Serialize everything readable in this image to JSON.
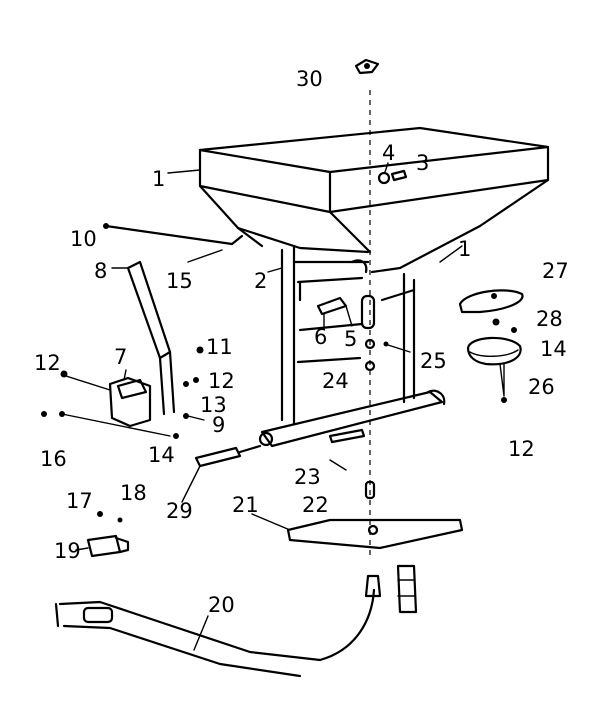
{
  "diagram": {
    "part_labels": [
      {
        "id": "p30",
        "text": "30"
      },
      {
        "id": "p1a",
        "text": "1"
      },
      {
        "id": "p4",
        "text": "4"
      },
      {
        "id": "p3",
        "text": "3"
      },
      {
        "id": "p10",
        "text": "10"
      },
      {
        "id": "p8",
        "text": "8"
      },
      {
        "id": "p15",
        "text": "15"
      },
      {
        "id": "p2",
        "text": "2"
      },
      {
        "id": "p1b",
        "text": "1"
      },
      {
        "id": "p27",
        "text": "27"
      },
      {
        "id": "p11",
        "text": "11"
      },
      {
        "id": "p7",
        "text": "7"
      },
      {
        "id": "p12a",
        "text": "12"
      },
      {
        "id": "p12b",
        "text": "12"
      },
      {
        "id": "p6",
        "text": "6"
      },
      {
        "id": "p5",
        "text": "5"
      },
      {
        "id": "p28",
        "text": "28"
      },
      {
        "id": "p14a",
        "text": "14"
      },
      {
        "id": "p25",
        "text": "25"
      },
      {
        "id": "p24",
        "text": "24"
      },
      {
        "id": "p26",
        "text": "26"
      },
      {
        "id": "p13",
        "text": "13"
      },
      {
        "id": "p9",
        "text": "9"
      },
      {
        "id": "p16",
        "text": "16"
      },
      {
        "id": "p14b",
        "text": "14"
      },
      {
        "id": "p12c",
        "text": "12"
      },
      {
        "id": "p23",
        "text": "23"
      },
      {
        "id": "p29",
        "text": "29"
      },
      {
        "id": "p17",
        "text": "17"
      },
      {
        "id": "p18",
        "text": "18"
      },
      {
        "id": "p21",
        "text": "21"
      },
      {
        "id": "p22",
        "text": "22"
      },
      {
        "id": "p19",
        "text": "19"
      },
      {
        "id": "p20",
        "text": "20"
      }
    ]
  }
}
